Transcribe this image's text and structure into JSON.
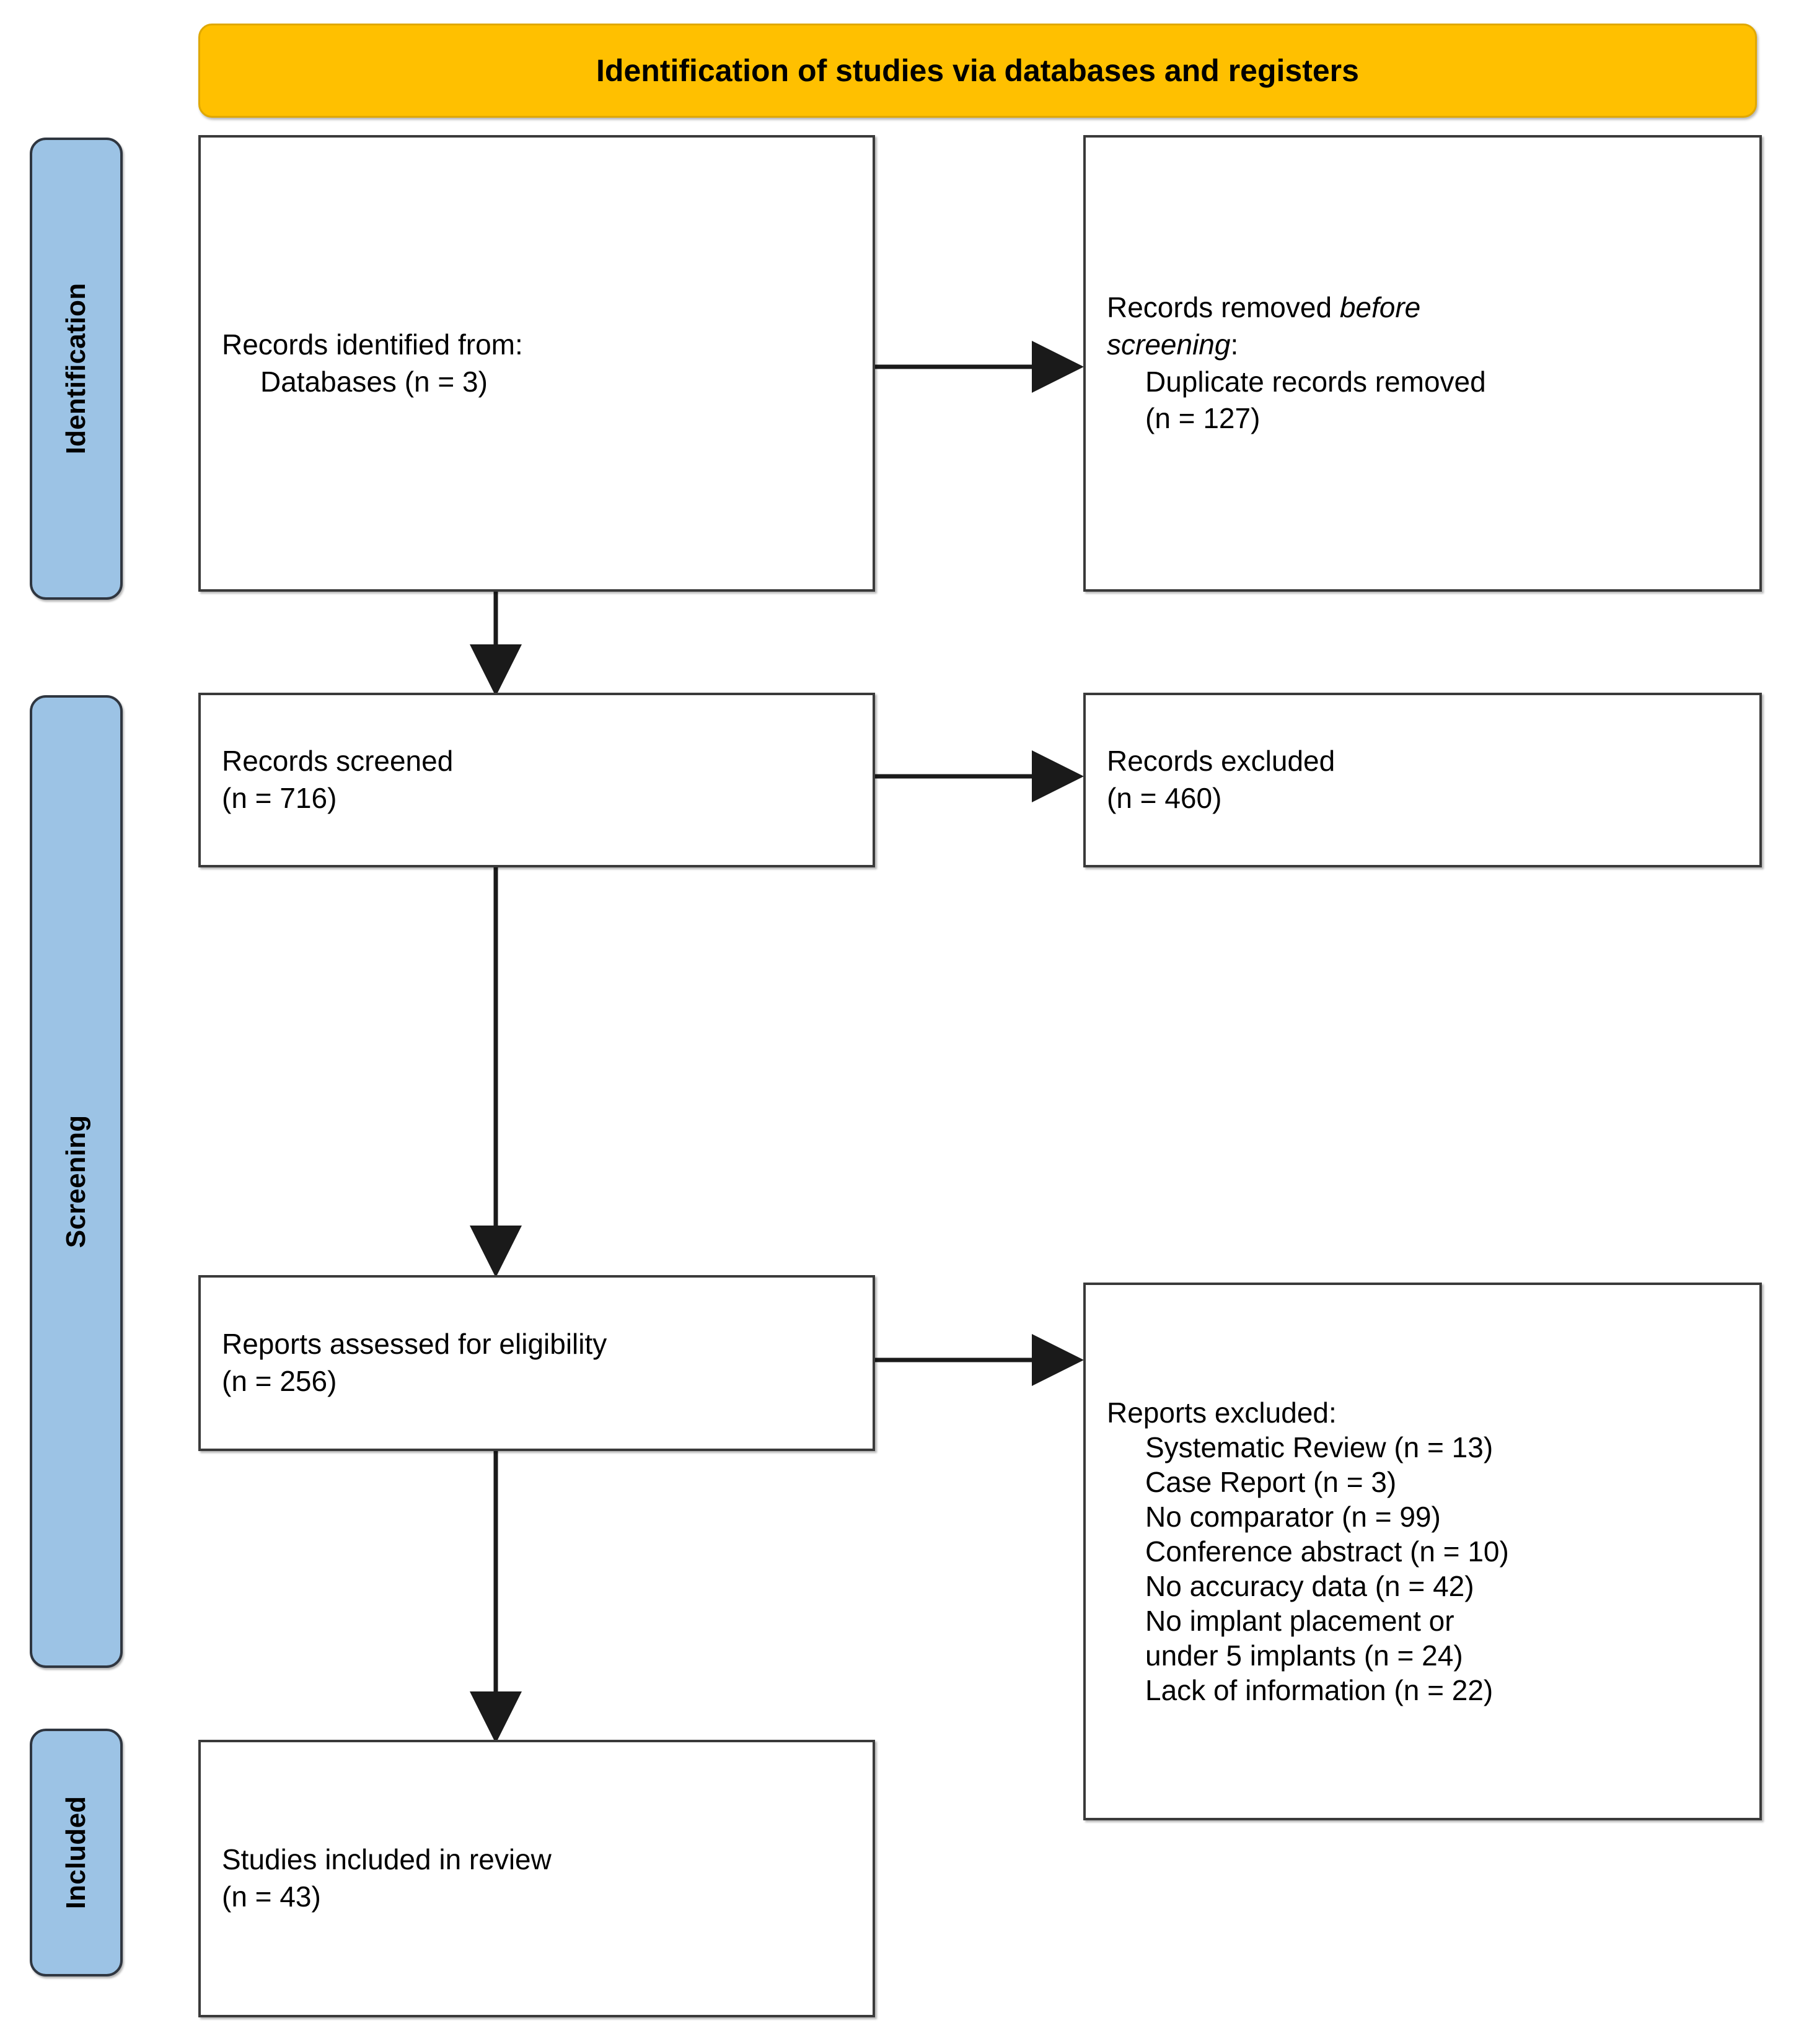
{
  "diagram": {
    "title": "Identification of studies via databases and registers",
    "type": "PRISMA flow diagram",
    "colors": {
      "banner_fill": "#FFC000",
      "stage_fill": "#9CC3E5",
      "box_fill": "#FFFFFF",
      "border": "#3A3A3A",
      "text": "#000000"
    }
  },
  "stages": [
    {
      "id": "identification",
      "label": "Identification"
    },
    {
      "id": "screening",
      "label": "Screening"
    },
    {
      "id": "included",
      "label": "Included"
    }
  ],
  "boxes": {
    "records_identified": {
      "lines": [
        {
          "text": "Records identified from:",
          "indent": false
        },
        {
          "text": "Databases (n = 3)",
          "indent": true
        }
      ]
    },
    "records_removed": {
      "lines": [
        {
          "text": "Records removed ",
          "italic_tail": "before",
          "indent": false
        },
        {
          "text": "screening",
          "italic_head": true,
          "tail": ":",
          "indent": false
        },
        {
          "text": "Duplicate records removed",
          "indent": true
        },
        {
          "text": "(n = 127)",
          "indent": true
        }
      ]
    },
    "records_screened": {
      "lines": [
        {
          "text": "Records screened",
          "indent": false
        },
        {
          "text": "(n = 716)",
          "indent": false
        }
      ]
    },
    "records_excluded": {
      "lines": [
        {
          "text": "Records excluded",
          "indent": false
        },
        {
          "text": "(n = 460)",
          "indent": false
        }
      ]
    },
    "reports_assessed": {
      "lines": [
        {
          "text": "Reports assessed for eligibility",
          "indent": false
        },
        {
          "text": "(n = 256)",
          "indent": false
        }
      ]
    },
    "reports_excluded": {
      "lines": [
        {
          "text": "Reports excluded:",
          "indent": false
        },
        {
          "text": "Systematic Review (n = 13)",
          "indent": true
        },
        {
          "text": "Case Report (n = 3)",
          "indent": true
        },
        {
          "text": "No comparator (n = 99)",
          "indent": true
        },
        {
          "text": "Conference abstract (n = 10)",
          "indent": true
        },
        {
          "text": "No accuracy data (n = 42)",
          "indent": true
        },
        {
          "text": "No implant placement or",
          "indent": true
        },
        {
          "text": "under 5 implants (n = 24)",
          "indent": true
        },
        {
          "text": "Lack of information (n = 22)",
          "indent": true
        }
      ]
    },
    "studies_included": {
      "lines": [
        {
          "text": "Studies included in review",
          "indent": false
        },
        {
          "text": "(n = 43)",
          "indent": false
        }
      ]
    }
  },
  "counts": {
    "databases": 3,
    "duplicate_records_removed": 127,
    "records_screened": 716,
    "records_excluded": 460,
    "reports_assessed": 256,
    "systematic_review": 13,
    "case_report": 3,
    "no_comparator": 99,
    "conference_abstract": 10,
    "no_accuracy_data": 42,
    "no_implant_or_under_5": 24,
    "lack_of_information": 22,
    "studies_included": 43
  }
}
